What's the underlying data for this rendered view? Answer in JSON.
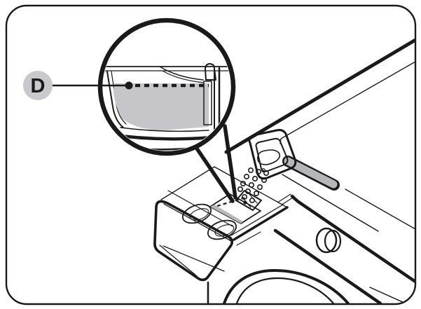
{
  "figure": {
    "label": "D",
    "colors": {
      "line": "#1a1a1a",
      "background": "#ffffff",
      "label_bubble_fill": "#c9c9cd",
      "detergent_fill": "#c6c6ca",
      "compartment_fill": "#d2d2d5",
      "compartment_shade": "#b9b9bd",
      "scoop_fill": "#b4b6ba"
    },
    "parts": [
      "frame-border",
      "label-bubble-D",
      "leader-line",
      "magnifier-callout-circle",
      "detergent-compartment-cross-section",
      "max-fill-dashed-line",
      "max-fill-dot",
      "siphon-flap",
      "callout-pointer-wedge",
      "washing-machine-top-edge",
      "detergent-drawer-tray",
      "drawer-front-panel",
      "softener-compartment-oval-1",
      "softener-compartment-oval-2",
      "main-wash-compartment",
      "siphon-box",
      "measuring-scoop",
      "powder-granules",
      "door-arc",
      "knob-recess"
    ]
  }
}
